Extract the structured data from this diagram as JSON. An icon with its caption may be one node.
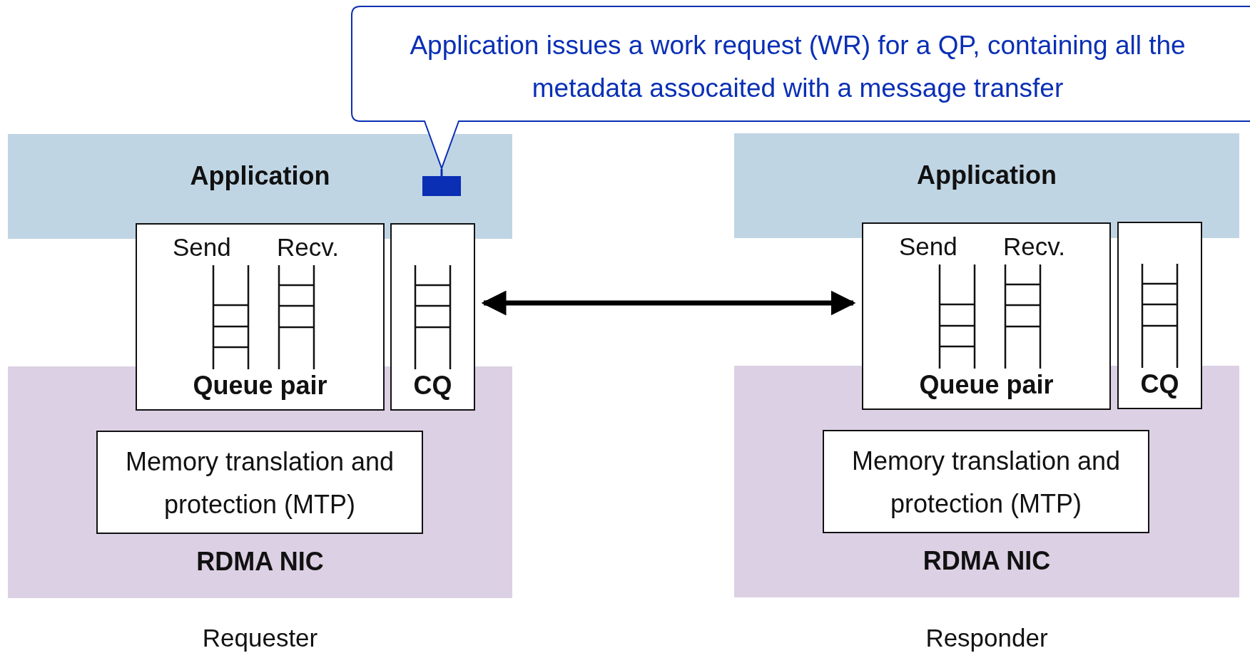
{
  "diagram": {
    "nodes": [
      {
        "text": [
          "Application issues a work request (WR) for a QP, containing all the metadata assocaited with a message transfer"
        ]
      },
      {
        "text": [
          "Application"
        ]
      },
      {
        "text": [],
        "shape": "box",
        "in": 1
      },
      {
        "text": [
          "Send",
          "Recv.",
          "Queue pair"
        ]
      },
      {
        "text": [
          "CQ"
        ]
      },
      {
        "text": [
          "RDMA NIC"
        ]
      },
      {
        "text": [
          "Memory translation and protection (MTP)"
        ],
        "in": 5
      },
      {
        "text": [
          "Application"
        ]
      },
      {
        "text": [
          "Send",
          "Recv.",
          "Queue pair"
        ]
      },
      {
        "text": [
          "CQ"
        ]
      },
      {
        "text": [
          "RDMA NIC"
        ]
      },
      {
        "text": [
          "Memory translation and protection (MTP)"
        ],
        "in": 10
      }
    ],
    "edges": [
      {
        "from": 0,
        "to": 2,
        "arrow": "none",
        "color": "#0a2fb5"
      },
      {
        "from": 4,
        "to": 8,
        "arrow": "both",
        "style": "thick",
        "color": "#000000"
      }
    ],
    "labels": [
      "Requester",
      "Responder"
    ]
  }
}
